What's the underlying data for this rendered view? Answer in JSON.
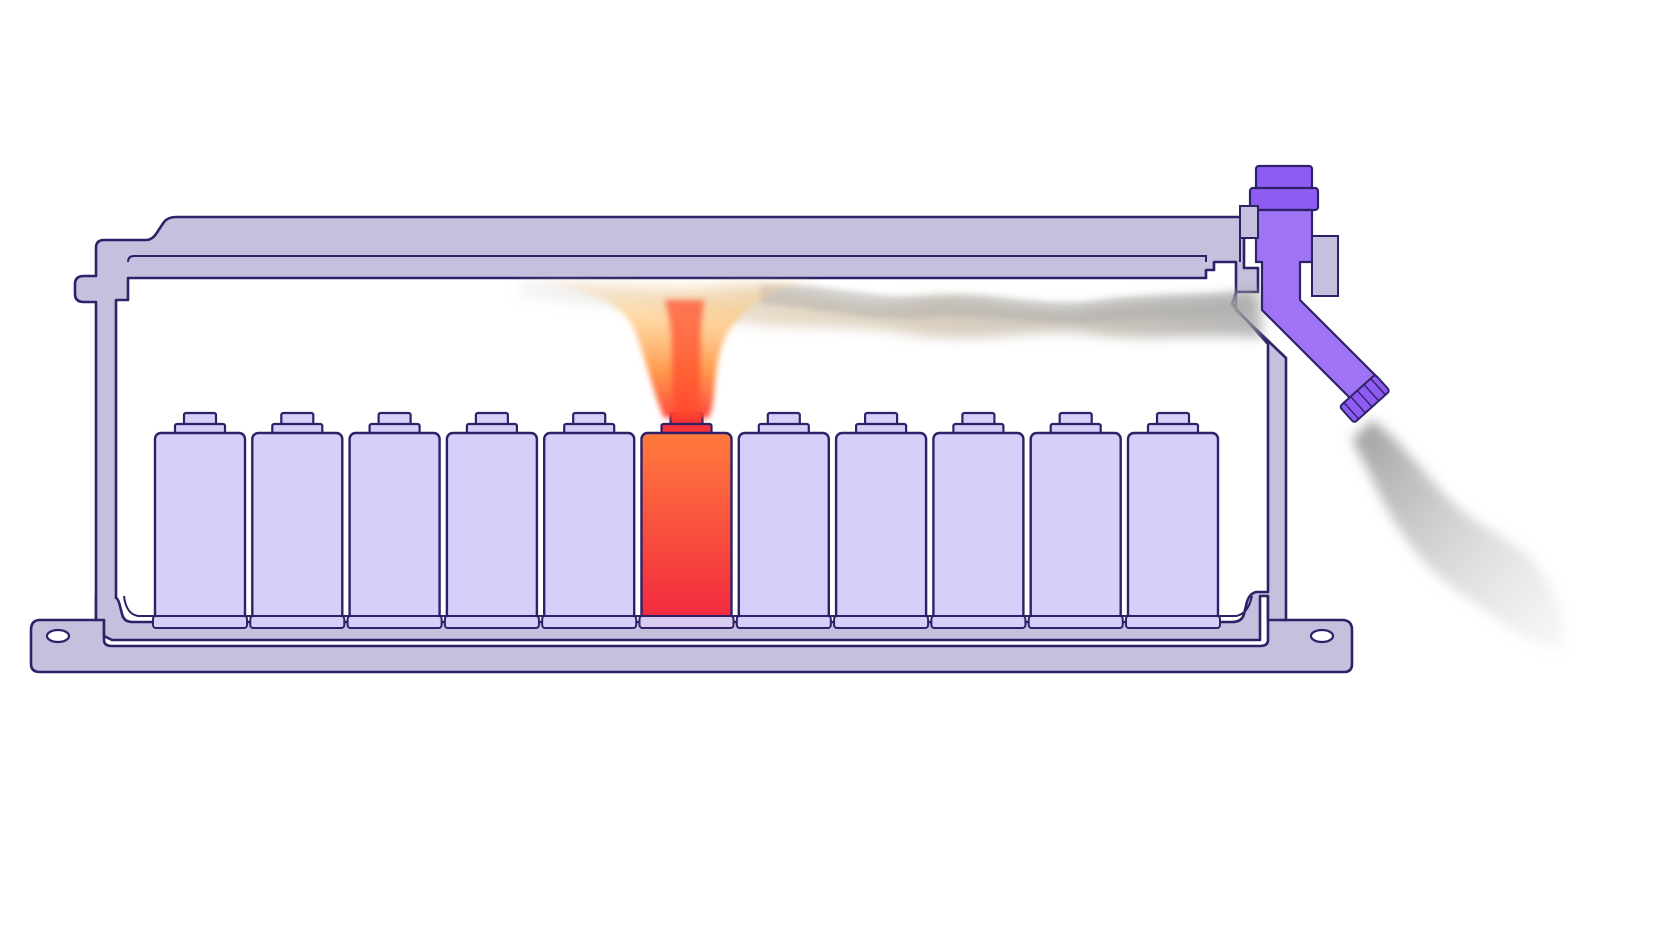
{
  "diagram": {
    "cells": [
      {
        "state": "normal"
      },
      {
        "state": "normal"
      },
      {
        "state": "normal"
      },
      {
        "state": "normal"
      },
      {
        "state": "normal"
      },
      {
        "state": "thermal-runaway"
      },
      {
        "state": "normal"
      },
      {
        "state": "normal"
      },
      {
        "state": "normal"
      },
      {
        "state": "normal"
      },
      {
        "state": "normal"
      }
    ],
    "colors": {
      "outline": "#2e2168",
      "housing": "#c5c0dd",
      "cell": "#d8cefa",
      "hot_cell_top": "#ff7a3c",
      "hot_cell_bottom": "#f2293f",
      "vent_valve": "#8e5cf2",
      "smoke": "#9a9a9a",
      "flame": "#ffb24a"
    },
    "icons": [
      "vent-valve-icon"
    ]
  }
}
